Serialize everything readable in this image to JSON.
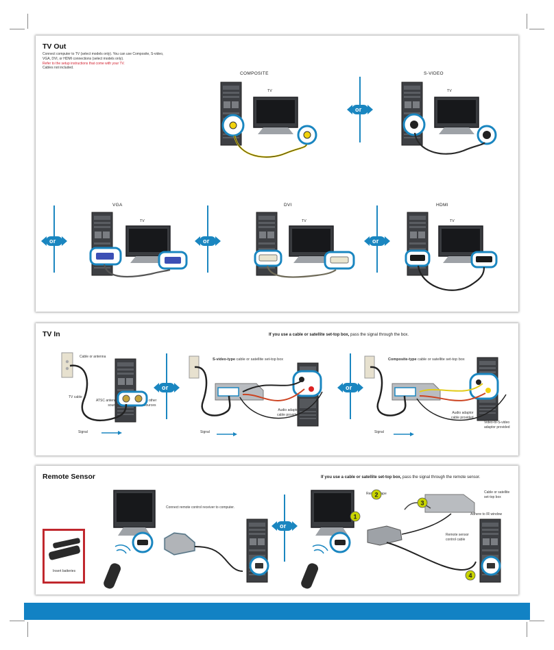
{
  "tv_out": {
    "title": "TV Out",
    "desc_line1": "Connect computer to TV (select models only). You can use Composite, S-video,",
    "desc_line2": "VGA, DVI, or HDMI connections (select models only).",
    "setup_note": "Refer to the setup instructions that come with your TV.",
    "cables_note": "Cables not included.",
    "sections": [
      {
        "label": "COMPOSITE",
        "tv": "TV"
      },
      {
        "label": "S-VIDEO",
        "tv": "TV"
      },
      {
        "label": "VGA",
        "tv": "TV"
      },
      {
        "label": "DVI",
        "tv": "TV"
      },
      {
        "label": "HDMI",
        "tv": "TV"
      }
    ]
  },
  "tv_in": {
    "title": "TV In",
    "note_bold": "If you use a cable or satellite set-top box,",
    "note_rest": " pass the signal through the box.",
    "cable_or_antenna": "Cable or antenna",
    "tv_cable": "TV cable",
    "atsc_line1": "ATSC antenna",
    "atsc_line2": "source",
    "all_other_line1": "All other",
    "all_other_line2": "sources",
    "signal": "Signal",
    "svideo_bold": "S-video-type",
    "svideo_rest": " cable or satellite set-top box",
    "composite_bold": "Composite-type",
    "composite_rest": " cable or satellite set-top box",
    "audio_adaptor_line1": "Audio adaptor",
    "audio_adaptor_line2": "cable provided",
    "video_adaptor_line1": "Video-to-S-video",
    "video_adaptor_line2": "adaptor provided"
  },
  "remote": {
    "title": "Remote Sensor",
    "note_bold": "If you use a cable or satellite set-top box,",
    "note_rest": " pass the signal through the remote sensor.",
    "connect_note": "Connect remote control receiver to computer.",
    "insert_batteries": "Insert batteries",
    "remove_tape": "Remove tape",
    "cable_box_line1": "Cable or satellite",
    "cable_box_line2": "set-top box",
    "adhere": "Adhere to IR window",
    "sensor_cable_line1": "Remote sensor",
    "sensor_cable_line2": "control cable",
    "steps": [
      "1",
      "2",
      "3",
      "4"
    ]
  },
  "or_label": "or",
  "colors": {
    "accent_blue": "#1282c4",
    "red_text": "#d2202f",
    "step_green": "#c8d400",
    "insert_border": "#c0272d"
  }
}
